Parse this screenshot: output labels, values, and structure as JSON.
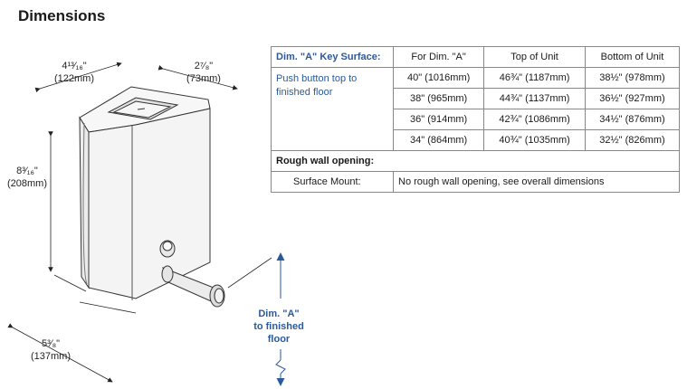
{
  "page": {
    "title": "Dimensions"
  },
  "drawing_labels": {
    "depth_top": "4¹³⁄₁₆\"",
    "depth_top_mm": "(122mm)",
    "width_top": "2⁷⁄₈\"",
    "width_top_mm": "(73mm)",
    "height": "8³⁄₁₆\"",
    "height_mm": "(208mm)",
    "depth_bottom": "5³⁄₈\"",
    "depth_bottom_mm": "(137mm)",
    "dim_a_line1": "Dim. \"A\"",
    "dim_a_line2": "to finished",
    "dim_a_line3": "floor"
  },
  "table": {
    "headers": [
      "Dim. \"A\" Key Surface:",
      "For Dim. \"A\"",
      "Top of Unit",
      "Bottom of Unit"
    ],
    "key_surface_desc": "Push button top to finished floor",
    "rows": [
      {
        "dim_a": "40\" (1016mm)",
        "top": "46¾\" (1187mm)",
        "bottom": "38½\" (978mm)"
      },
      {
        "dim_a": "38\" (965mm)",
        "top": "44¾\" (1137mm)",
        "bottom": "36½\" (927mm)"
      },
      {
        "dim_a": "36\" (914mm)",
        "top": "42¾\" (1086mm)",
        "bottom": "34½\" (876mm)"
      },
      {
        "dim_a": "34\" (864mm)",
        "top": "40¾\" (1035mm)",
        "bottom": "32½\" (826mm)"
      }
    ],
    "rough_title": "Rough wall opening:",
    "mount_label": "Surface Mount:",
    "mount_value": "No rough wall opening, see overall dimensions"
  }
}
